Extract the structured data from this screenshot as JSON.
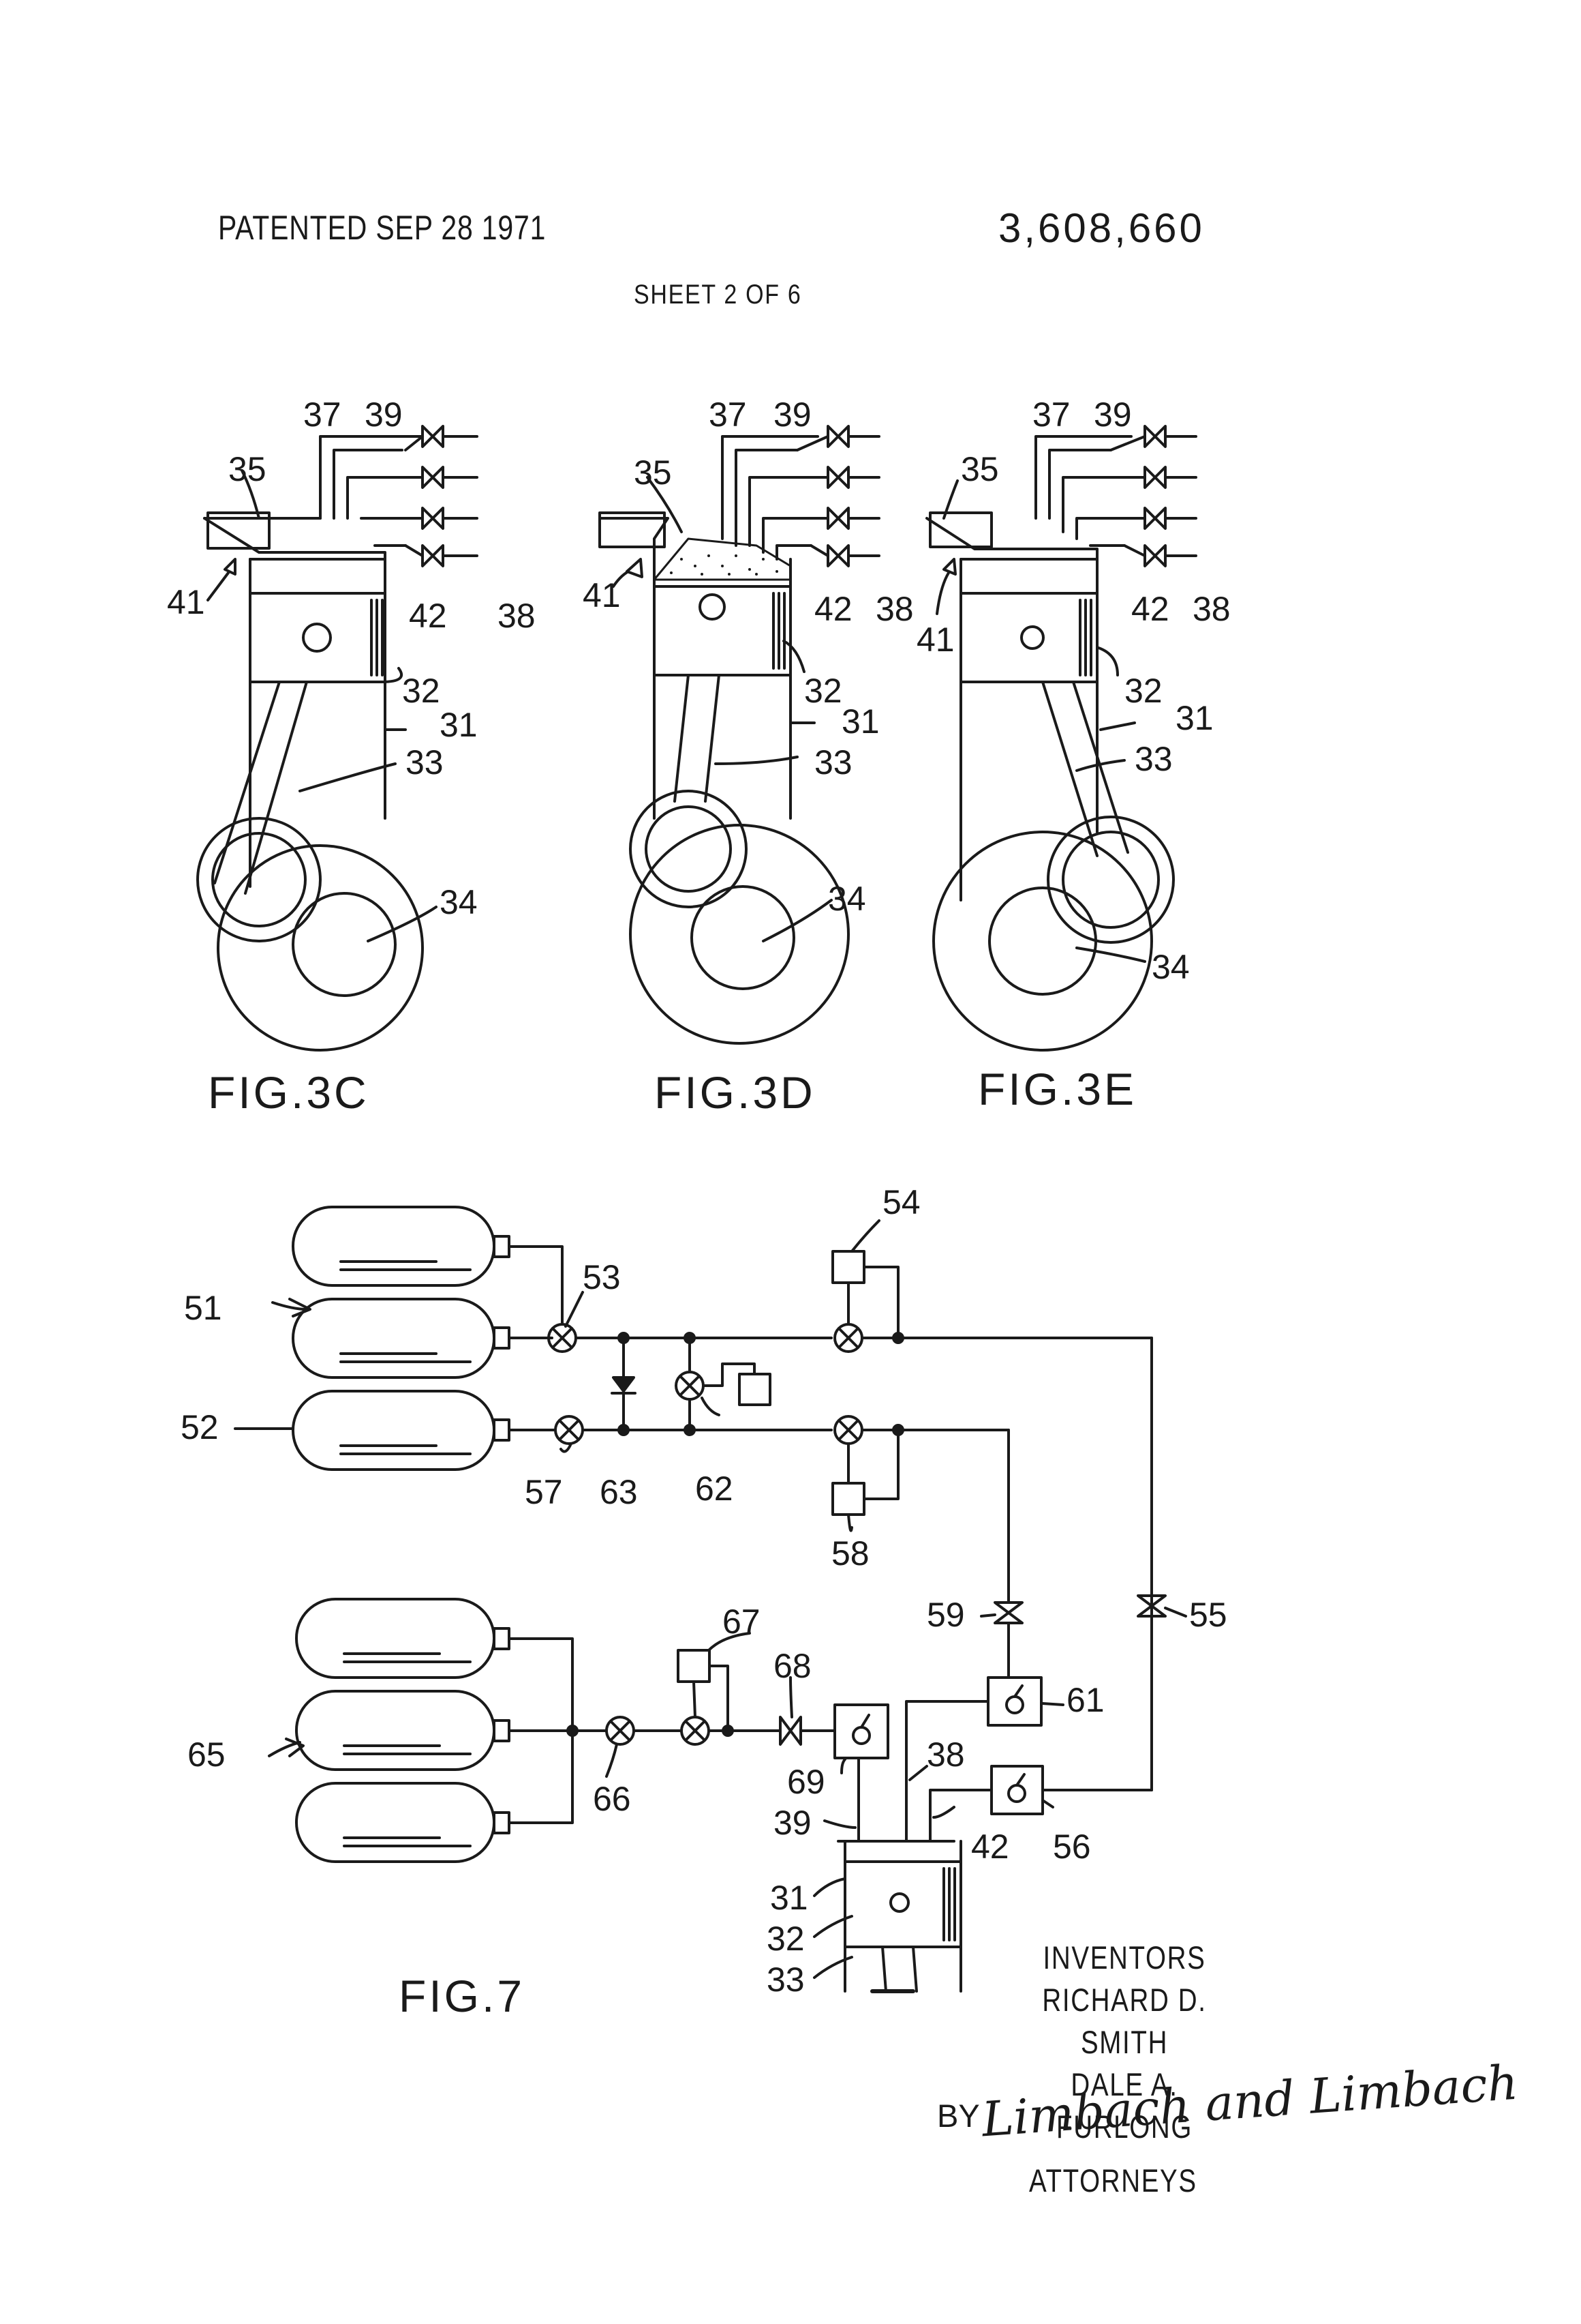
{
  "header": {
    "patented": "PATENTED SEP 28 1971",
    "patent_number": "3,608,660",
    "sheet": "SHEET 2 OF 6"
  },
  "figures": {
    "fig3c": {
      "caption": "FIG.3C",
      "refs": [
        "37",
        "39",
        "35",
        "41",
        "42",
        "38",
        "32",
        "31",
        "33",
        "34"
      ]
    },
    "fig3d": {
      "caption": "FIG.3D",
      "refs": [
        "37",
        "39",
        "35",
        "41",
        "42",
        "38",
        "32",
        "31",
        "33",
        "34"
      ]
    },
    "fig3e": {
      "caption": "FIG.3E",
      "refs": [
        "37",
        "39",
        "35",
        "41",
        "42",
        "38",
        "32",
        "31",
        "33",
        "34"
      ]
    },
    "fig7": {
      "caption": "FIG.7",
      "refs": [
        "54",
        "51",
        "53",
        "52",
        "57",
        "63",
        "62",
        "58",
        "59",
        "55",
        "67",
        "68",
        "61",
        "65",
        "66",
        "69",
        "38",
        "39",
        "42",
        "56",
        "31",
        "32",
        "33"
      ]
    }
  },
  "inventors": {
    "heading": "INVENTORS",
    "names": [
      "RICHARD D. SMITH",
      "DALE A. FURLONG"
    ]
  },
  "attorney": {
    "by": "BY",
    "signature": "Limbach and Limbach",
    "label": "ATTORNEYS"
  }
}
